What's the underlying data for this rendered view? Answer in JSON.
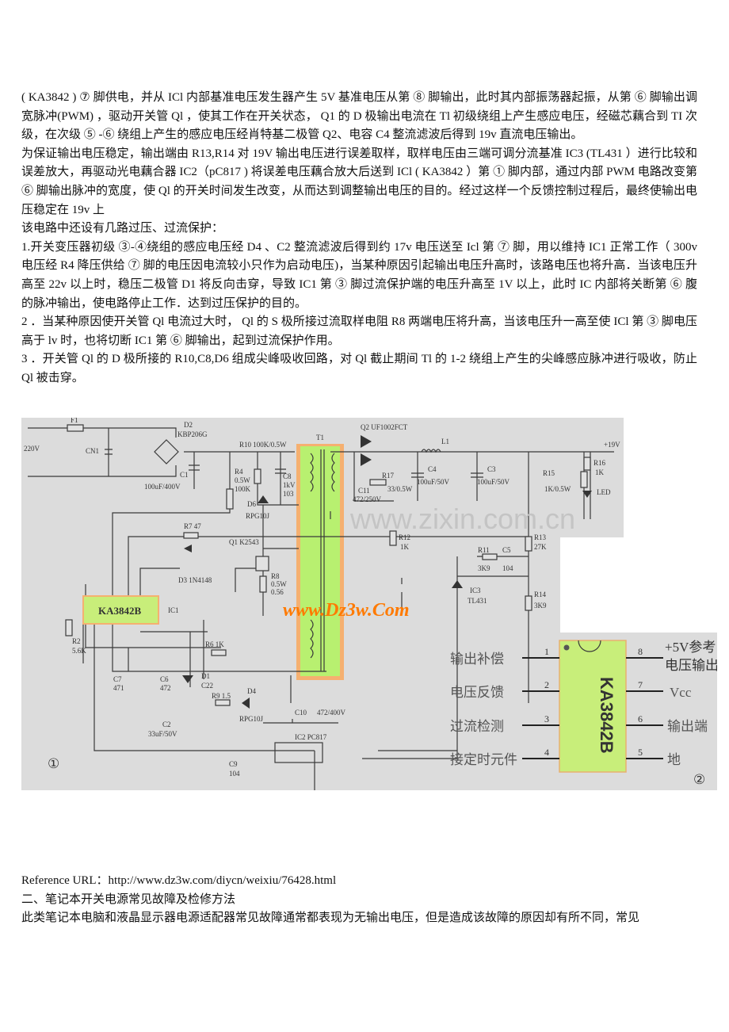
{
  "top_paragraphs": [
    "( KA3842 ) ⑦ 脚供电，并从 ICl 内部基准电压发生器产生 5V 基准电压从第 ⑧ 脚输出，此时其内部振荡器起振，从第 ⑥ 脚输出调宽脉冲(PWM) ，驱动开关管 Ql ，使其工作在开关状态， Q1 的 D 极输出电流在 Tl 初级绕组上产生感应电压，经磁芯藕合到 TI 次级，在次级 ⑤ -⑥ 绕组上产生的感应电压经肖特基二极管 Q2、电容 C4 整流滤波后得到 19v 直流电压输出。",
    "为保证输出电压稳定，输出端由 R13,R14 对 19V 输出电压进行误差取样，取样电压由三端可调分流基准 IC3 (TL431 ）进行比较和误差放大，再驱动光电藕合器 IC2（pC817 ) 将误差电压藕合放大后送到 ICl ( KA3842 ）第 ① 脚内部，通过内部 PWM 电路改变第 ⑥ 脚输出脉冲的宽度，使 Ql 的开关时间发生改变，从而达到调整输出电压的目的。经过这样一个反馈控制过程后，最终使输出电压稳定在 19v 上",
    "该电路中还设有几路过压、过流保护：",
    "1.开关变压器初级 ③-④绕组的感应电压经 D4 、C2 整流滤波后得到约 17v 电压送至 Icl 第 ⑦ 脚，用以维持 IC1 正常工作（ 300v 电压经 R4 降压供给 ⑦ 脚的电压因电流较小只作为启动电压)，当某种原因引起输出电压升高时，该路电压也将升高．当该电压升高至 22v 以上时，稳压二极管 D1 将反向击穿，导致 IC1 第 ③ 脚过流保护端的电压升高至 1V 以上，此时 IC 内部将关断第 ⑥ 腹的脉冲输出，使电路停止工作．达到过压保护的目的。",
    "2 ．当某种原因使开关管 Ql 电流过大时， Ql 的 S 极所接过流取样电阻 R8 两端电压将升高，当该电压升一高至使 ICl 第 ③ 脚电压高于 lv 时，也将切断 IC1 第 ⑥ 脚输出，起到过流保护作用。",
    "3 ．开关管 Ql 的 D 极所接的 R10,C8,D6 组成尖峰吸收回路，对 Ql 截止期间 Tl 的 1-2 绕组上产生的尖峰感应脉冲进行吸收，防止 Ql 被击穿。"
  ],
  "diagram": {
    "watermark_gray": "www.zixin.com.cn",
    "watermark_orange": "www.Dz3w.Com",
    "figure_1": "①",
    "figure_2": "②",
    "labels": {
      "f1": "F1",
      "v220": "220V",
      "cn1": "CN1",
      "d2": "D2",
      "d2_part": "KBP206G",
      "c1": "C1",
      "c1_val": "100uF/400V",
      "r10": "R10 100K/0.5W",
      "r4": "R4",
      "r4_w": "0.5W",
      "r4_val": "100K",
      "c8": "C8",
      "c8_v": "1kV",
      "c8_val": "103",
      "d6": "D6",
      "d6_part": "RPG10J",
      "t1": "T1",
      "q2": "Q2 UF1002FCT",
      "c11": "C11",
      "c11_val": "472/250V",
      "r17": "R17",
      "r17_val": "33/0.5W",
      "l1": "L1",
      "v19": "+19V",
      "c4": "C4",
      "c4_val": "100uF/50V",
      "c3": "C3",
      "c3_val": "100uF/50V",
      "r15": "R15",
      "r15_val": "1K/0.5W",
      "r16": "R16",
      "r16_val": "1K",
      "led": "LED",
      "r12": "R12",
      "r12_val": "1K",
      "r13": "R13",
      "r13_val": "27K",
      "r11": "R11",
      "r11_val": "3K9",
      "c5": "C5",
      "c5_val": "104",
      "ic3": "IC3",
      "ic3_part": "TL431",
      "r14": "R14",
      "r14_val": "3K9",
      "r7": "R7 47",
      "q1": "Q1 K2543",
      "d3": "D3 1N4148",
      "r8": "R8",
      "r8_w": "0.5W",
      "r8_val": "0.56",
      "ic1_chip": "KA3842B",
      "ic1": "IC1",
      "r2": "R2",
      "r2_val": "5.6K",
      "r6": "R6 1K",
      "c7": "C7",
      "c7_val": "471",
      "c6": "C6",
      "c6_val": "472",
      "d1": "D1",
      "d1_val": "C22",
      "r9": "R9 1.5",
      "d4": "D4",
      "d4_part": "RPG10J",
      "c2": "C2",
      "c2_val": "33uF/50V",
      "c10": "C10",
      "c10_val": "472/400V",
      "c9": "C9",
      "c9_val": "104",
      "ic2": "IC2 PC817"
    },
    "pinout": {
      "chip": "KA3842B",
      "left": [
        {
          "num": "1",
          "label": "输出补偿"
        },
        {
          "num": "2",
          "label": "电压反馈"
        },
        {
          "num": "3",
          "label": "过流检测"
        },
        {
          "num": "4",
          "label": "接定时元件"
        }
      ],
      "right": [
        {
          "num": "8",
          "label": "+5V参考",
          "label2": "电压输出"
        },
        {
          "num": "7",
          "label": "Vcc"
        },
        {
          "num": "6",
          "label": "输出端"
        },
        {
          "num": "5",
          "label": "地"
        }
      ]
    },
    "colors": {
      "background": "#dcdcdc",
      "chip_fill": "#c8ee7a",
      "transformer_fill": "#b8f070",
      "transformer_border": "#f5b070",
      "watermark_orange": "#ff7a00"
    }
  },
  "bottom_paragraphs": [
    "Reference URL：http://www.dz3w.com/diycn/weixiu/76428.html",
    "二、笔记本开关电源常见故障及检修方法",
    "此类笔记本电脑和液晶显示器电源适配器常见故障通常都表现为无输出电压，但是造成该故障的原因却有所不同，常见"
  ]
}
